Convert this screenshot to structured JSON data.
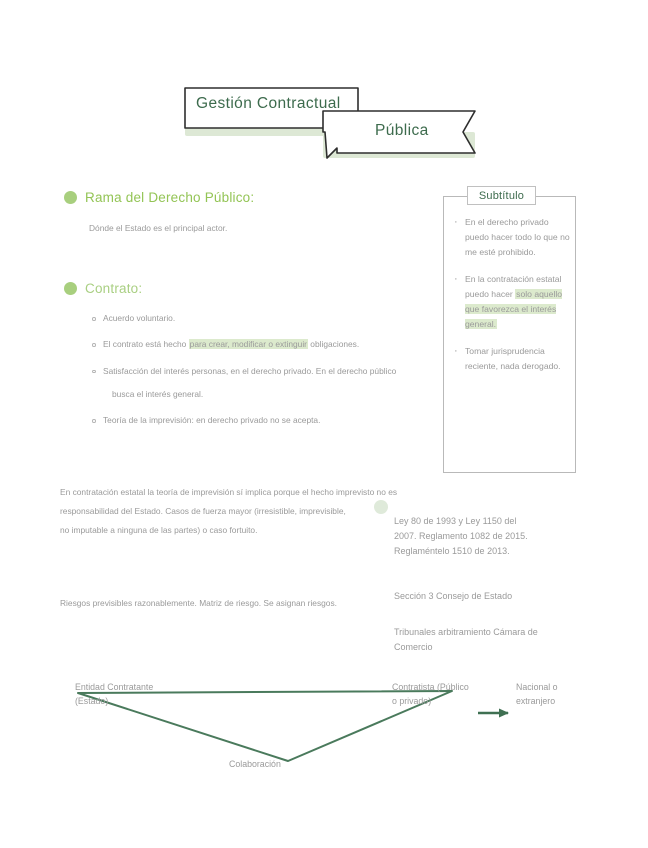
{
  "document": {
    "title_banner_1": "Gestión Contractual",
    "title_banner_2": "Pública"
  },
  "sections": [
    {
      "heading": "Rama del Derecho Público:",
      "body": "Dónde el Estado es el principal actor."
    },
    {
      "heading": "Contrato:"
    }
  ],
  "contrato_bullets": {
    "b1": "Acuerdo voluntario.",
    "b2_pre": "El contrato está hecho ",
    "b2_hl": "para crear, modificar o extinguir",
    "b2_post": " obligaciones.",
    "b3_line1": "Satisfacción del interés personas, en el derecho privado. En el derecho público",
    "b3_line2": "busca el interés general.",
    "b4": "Teoría de la imprevisión: en derecho privado no se acepta."
  },
  "panel": {
    "title": "Subtítulo",
    "items": [
      {
        "pre": "En el derecho privado puedo hacer todo lo que no me esté prohibido.",
        "hl": "",
        "post": ""
      },
      {
        "pre": "En la contratación estatal puedo hacer ",
        "hl": "solo aquello que favorezca el interés general.",
        "post": ""
      },
      {
        "pre": "Tomar jurisprudencia reciente, nada derogado.",
        "hl": "",
        "post": ""
      }
    ]
  },
  "paragraphs": {
    "imprevision": "En contratación estatal la teoría de imprevisión sí implica porque el hecho imprevisto no es\nresponsabilidad del Estado. Casos de fuerza mayor (irresistible, imprevisible,\nno imputable a ninguna de las partes) o caso fortuito.",
    "riesgos": "Riesgos previsibles razonablemente. Matriz de riesgo. Se asignan riesgos."
  },
  "right_notes": {
    "leyes": "Ley 80 de 1993 y Ley 1150 del\n2007. Reglamento 1082 de 2015.\nReglaméntelo 1510 de 2013.",
    "seccion": "Sección 3 Consejo de Estado",
    "tribunales": "Tribunales arbitramiento Cámara de\nComercio"
  },
  "diagram": {
    "entidad": "Entidad Contratante\n(Estado)",
    "contratista": "Contratista (Público\no privado)",
    "nacional": "Nacional o\nextranjero",
    "colaboracion": "Colaboración"
  },
  "colors": {
    "dark_green": "#3d6b4d",
    "light_green": "#93c455",
    "highlight": "#dceacd",
    "banner_shadow": "#dde8d5",
    "text_gray": "#9a9a9a",
    "line_green": "#4a7a5c"
  }
}
